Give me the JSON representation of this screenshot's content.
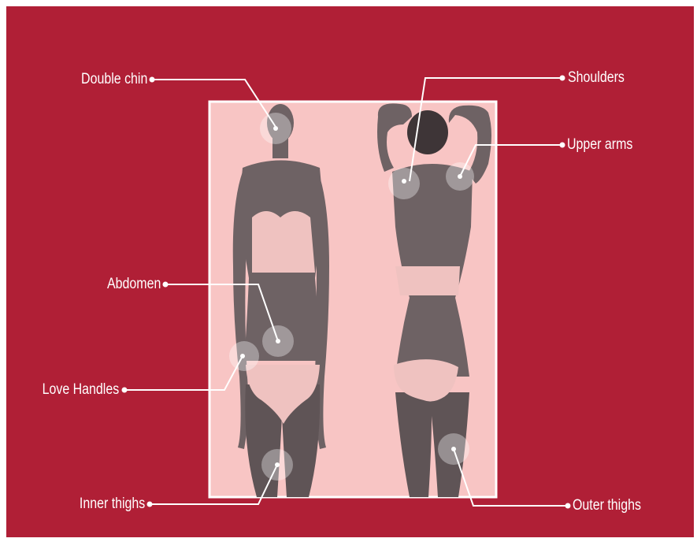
{
  "colors": {
    "background": "#b01f36",
    "panel": "#f8c5c4",
    "panel_border": "#ffffff",
    "callout": "#ffffff",
    "figure_skin": "#6e6264",
    "figure_shadow": "#3e3537",
    "garment": "#efc2c0"
  },
  "labels": {
    "double_chin": "Double chin",
    "abdomen": "Abdomen",
    "love_handles": "Love Handles",
    "inner_thighs": "Inner thighs",
    "shoulders": "Shoulders",
    "upper_arms": "Upper arms",
    "outer_thighs": "Outer thighs"
  }
}
